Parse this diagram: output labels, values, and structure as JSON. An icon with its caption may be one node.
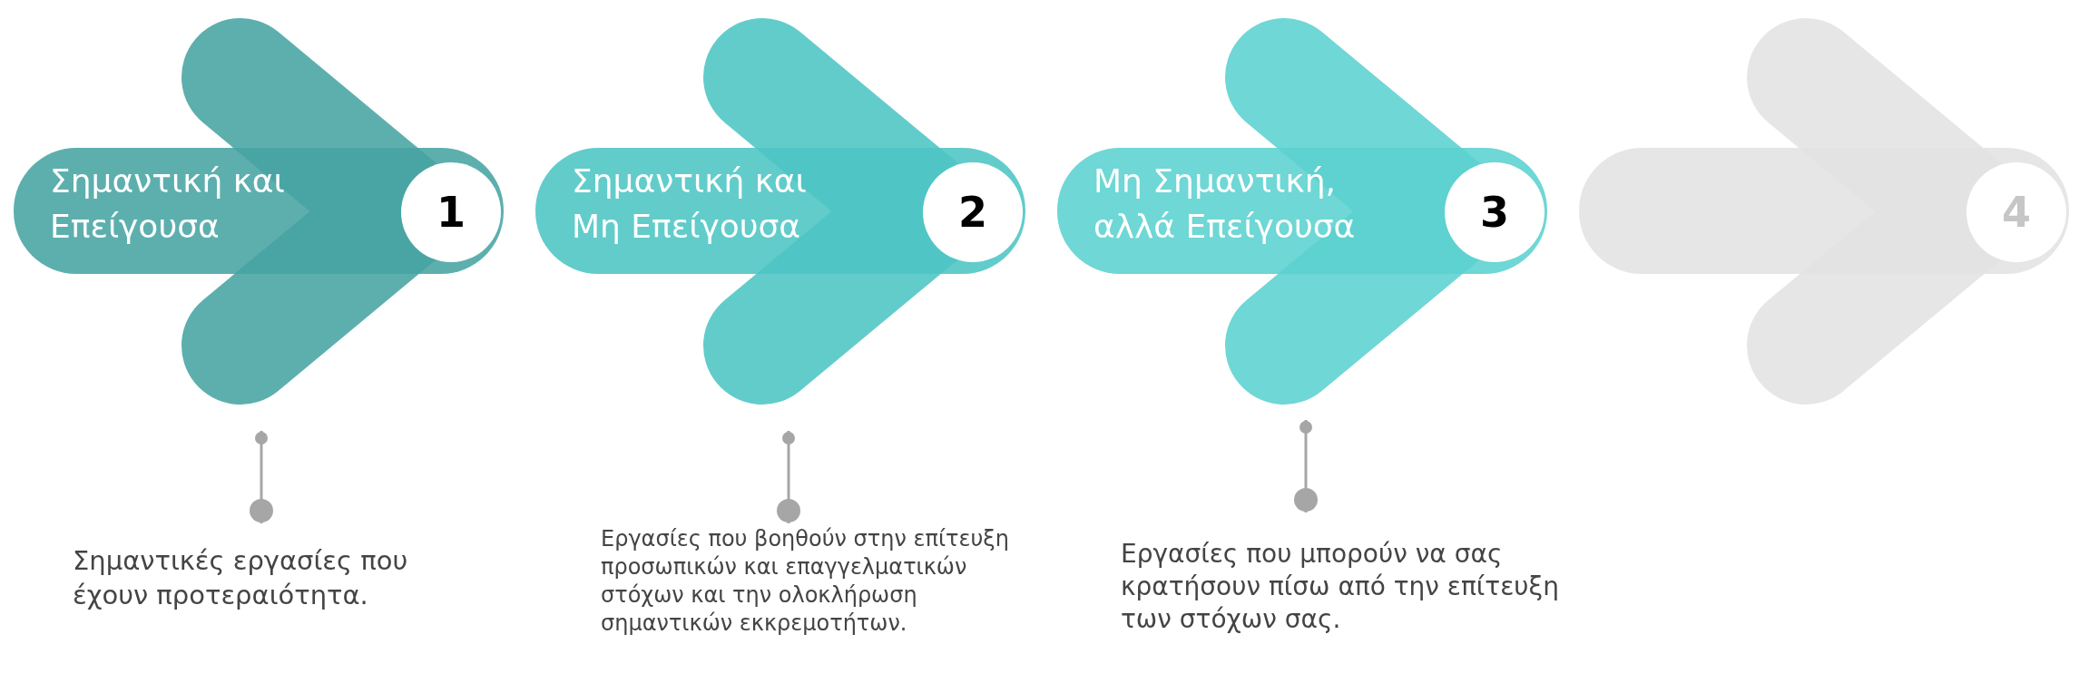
{
  "diagram": {
    "nodes": [
      {
        "text": [
          "Σημαντική και Επείγουσα",
          "1"
        ]
      },
      {
        "text": [
          "Σημαντική και Μη Επείγουσα",
          "2"
        ]
      },
      {
        "text": [
          "Μη Σημαντική, αλλά Επείγουσα",
          "3"
        ]
      },
      {
        "text": [
          "4"
        ]
      },
      {
        "text": [
          "Σημαντικές εργασίες που έχουν προτεραιότητα."
        ]
      },
      {
        "text": [
          "Εργασίες που βοηθούν στην επίτευξη προσωπικών και επαγγελματικών στόχων και την ολοκλήρωση σημαντικών εκκρεμοτήτων."
        ]
      },
      {
        "text": [
          "Εργασίες που μπορούν να σας κρατήσουν πίσω από την επίτευξη των στόχων σας."
        ]
      }
    ],
    "edges": [
      {
        "from": 0,
        "to": 4,
        "arrow": "other"
      },
      {
        "from": 1,
        "to": 5,
        "arrow": "other"
      },
      {
        "from": 2,
        "to": 6,
        "arrow": "other"
      }
    ]
  }
}
